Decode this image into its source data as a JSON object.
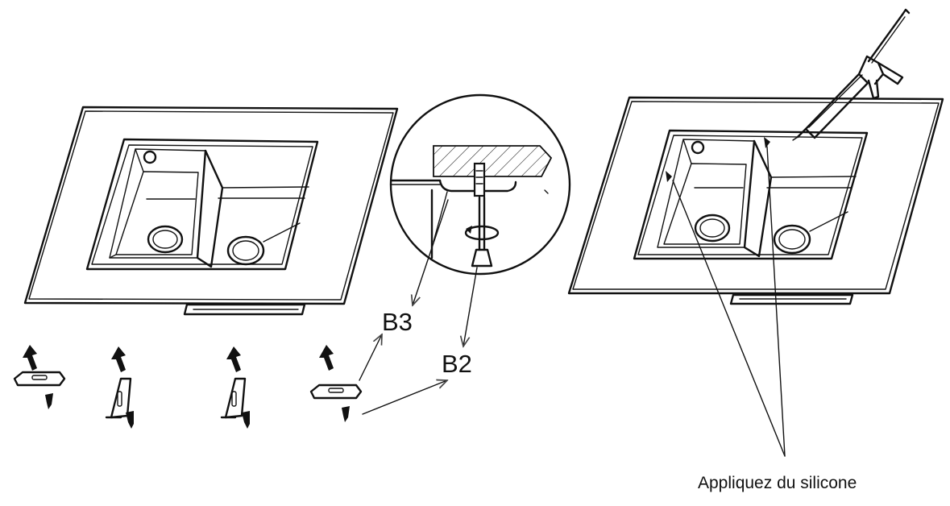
{
  "labels": {
    "b3": "B3",
    "b2": "B2",
    "silicone": "Appliquez du silicone"
  },
  "colors": {
    "line": "#111111",
    "background": "#ffffff"
  }
}
